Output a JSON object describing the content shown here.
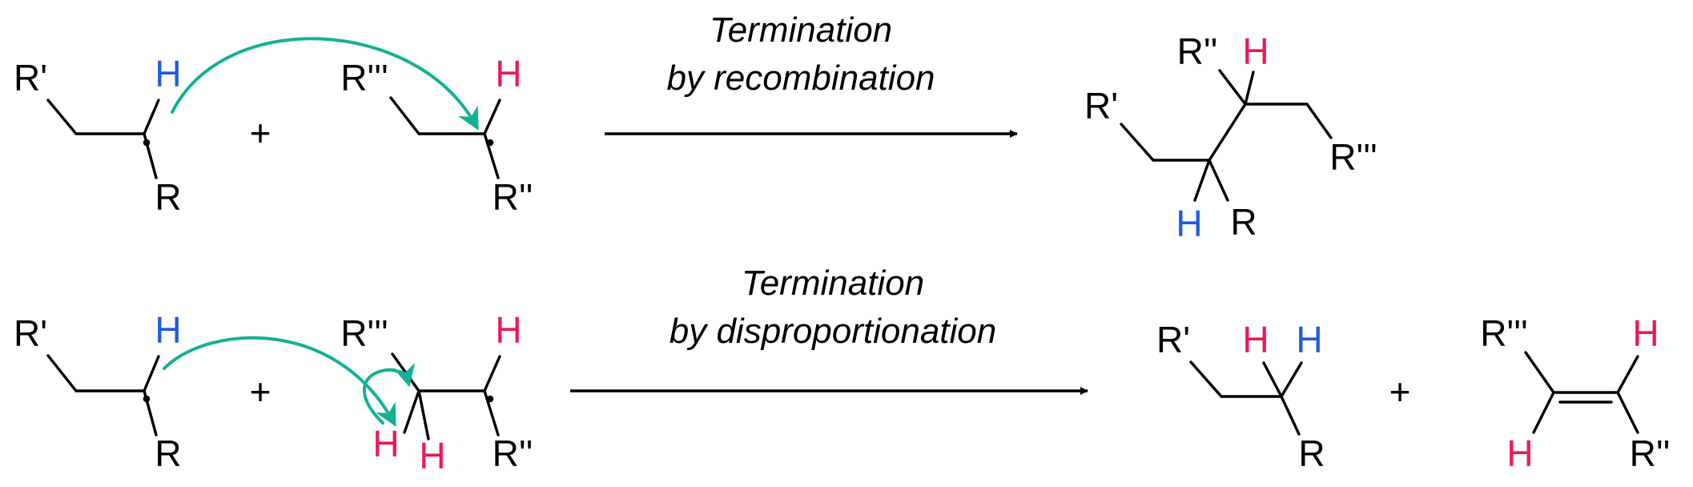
{
  "colors": {
    "bond": "#000000",
    "hydrogen_blue": "#1f5be0",
    "hydrogen_red": "#ea1a55",
    "curly_arrow": "#15b096"
  },
  "icons": {
    "radical": "dot",
    "reaction_arrow": "right-arrow",
    "electron_flow": "curved-arrow"
  },
  "labels": {
    "R1": "R'",
    "R2": "R''",
    "R3": "R'''",
    "R": "R",
    "H": "H",
    "plus": "+"
  },
  "captions": {
    "recombination_line1": "Termination",
    "recombination_line2": "by recombination",
    "disproportionation_line1": "Termination",
    "disproportionation_line2": "by disproportionation"
  }
}
